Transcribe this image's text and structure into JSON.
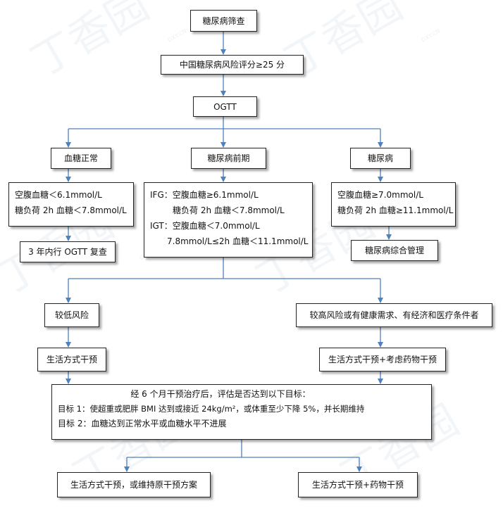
{
  "colors": {
    "connector": "#4f81bd",
    "box_border": "#222222",
    "watermark": "#c9d8e6"
  },
  "watermark": {
    "text": "丁香园",
    "latin": "DXY.CN"
  },
  "nodes": {
    "screening": "糖尿病筛查",
    "risk_score": "中国糖尿病风险评分≥25 分",
    "ogtt": "OGTT",
    "normal": {
      "title": "血糖正常",
      "lines": [
        "空腹血糖＜6.1mmol/L",
        "糖负荷 2h 血糖＜7.8mmol/L"
      ],
      "followup": "3 年内行 OGTT 复查"
    },
    "prediabetes": {
      "title": "糖尿病前期",
      "lines": [
        "IFG：空腹血糖≥6.1mmol/L",
        "糖负荷 2h 血糖＜7.8mmol/L",
        "IGT：空腹血糖＜7.0mmol/L",
        "7.8mmol/L≤2h 血糖＜11.1mmol/L"
      ]
    },
    "diabetes": {
      "title": "糖尿病",
      "lines": [
        "空腹血糖≥7.0mmol/L",
        "糖负荷 2h 血糖≥11.1mmol/L"
      ],
      "management": "糖尿病综合管理"
    },
    "low_risk": "较低风险",
    "high_risk": "较高风险或有健康需求、有经济和医疗条件者",
    "lifestyle_left": "生活方式干预",
    "lifestyle_right": "生活方式干预+考虑药物干预",
    "evaluation": {
      "heading": "经 6 个月干预治疗后，评估是否达到以下目标：",
      "goal1": "目标 1：使超重或肥胖 BMI 达到或接近 24kg/m²，或体重至少下降 5%，并长期维持",
      "goal2": "目标 2：血糖达到正常水平或血糖水平不进展"
    },
    "outcome_left": "生活方式干预，或维持原干预方案",
    "outcome_right": "生活方式干预+药物干预"
  }
}
